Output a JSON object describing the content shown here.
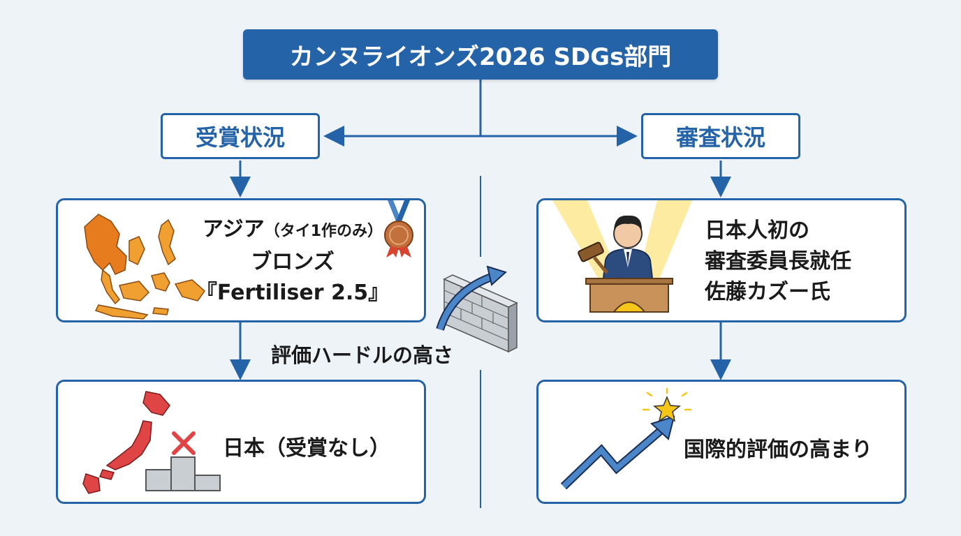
{
  "title": "カンヌライオンズ2026 SDGs部門",
  "left": {
    "heading": "受賞状況",
    "card1": {
      "line1_main": "アジア",
      "line1_sub": "（タイ1作のみ）",
      "line2": "ブロンズ",
      "line3": "『Fertiliser 2.5』"
    },
    "card2": {
      "text": "日本（受賞なし）"
    }
  },
  "right": {
    "heading": "審査状況",
    "card1": {
      "line1": "日本人初の",
      "line2": "審査委員長就任",
      "line3": "佐藤カズー氏"
    },
    "card2": {
      "text": "国際的評価の高まり"
    }
  },
  "center_label": "評価ハードルの高さ",
  "colors": {
    "primary": "#2563a8",
    "asia_map": "#f0a030",
    "japan_map": "#e04545",
    "bronze": "#c2703c",
    "star": "#f5c518",
    "growth_arrow": "#4a86c8"
  },
  "icons": {
    "asia_map": "southeast-asia-map-icon",
    "medal": "bronze-medal-icon",
    "judge": "judge-with-gavel-icon",
    "japan_map": "japan-map-icon",
    "cross": "cross-icon",
    "podium": "podium-icon",
    "wall": "brick-wall-icon",
    "growth": "rising-arrow-star-icon"
  }
}
